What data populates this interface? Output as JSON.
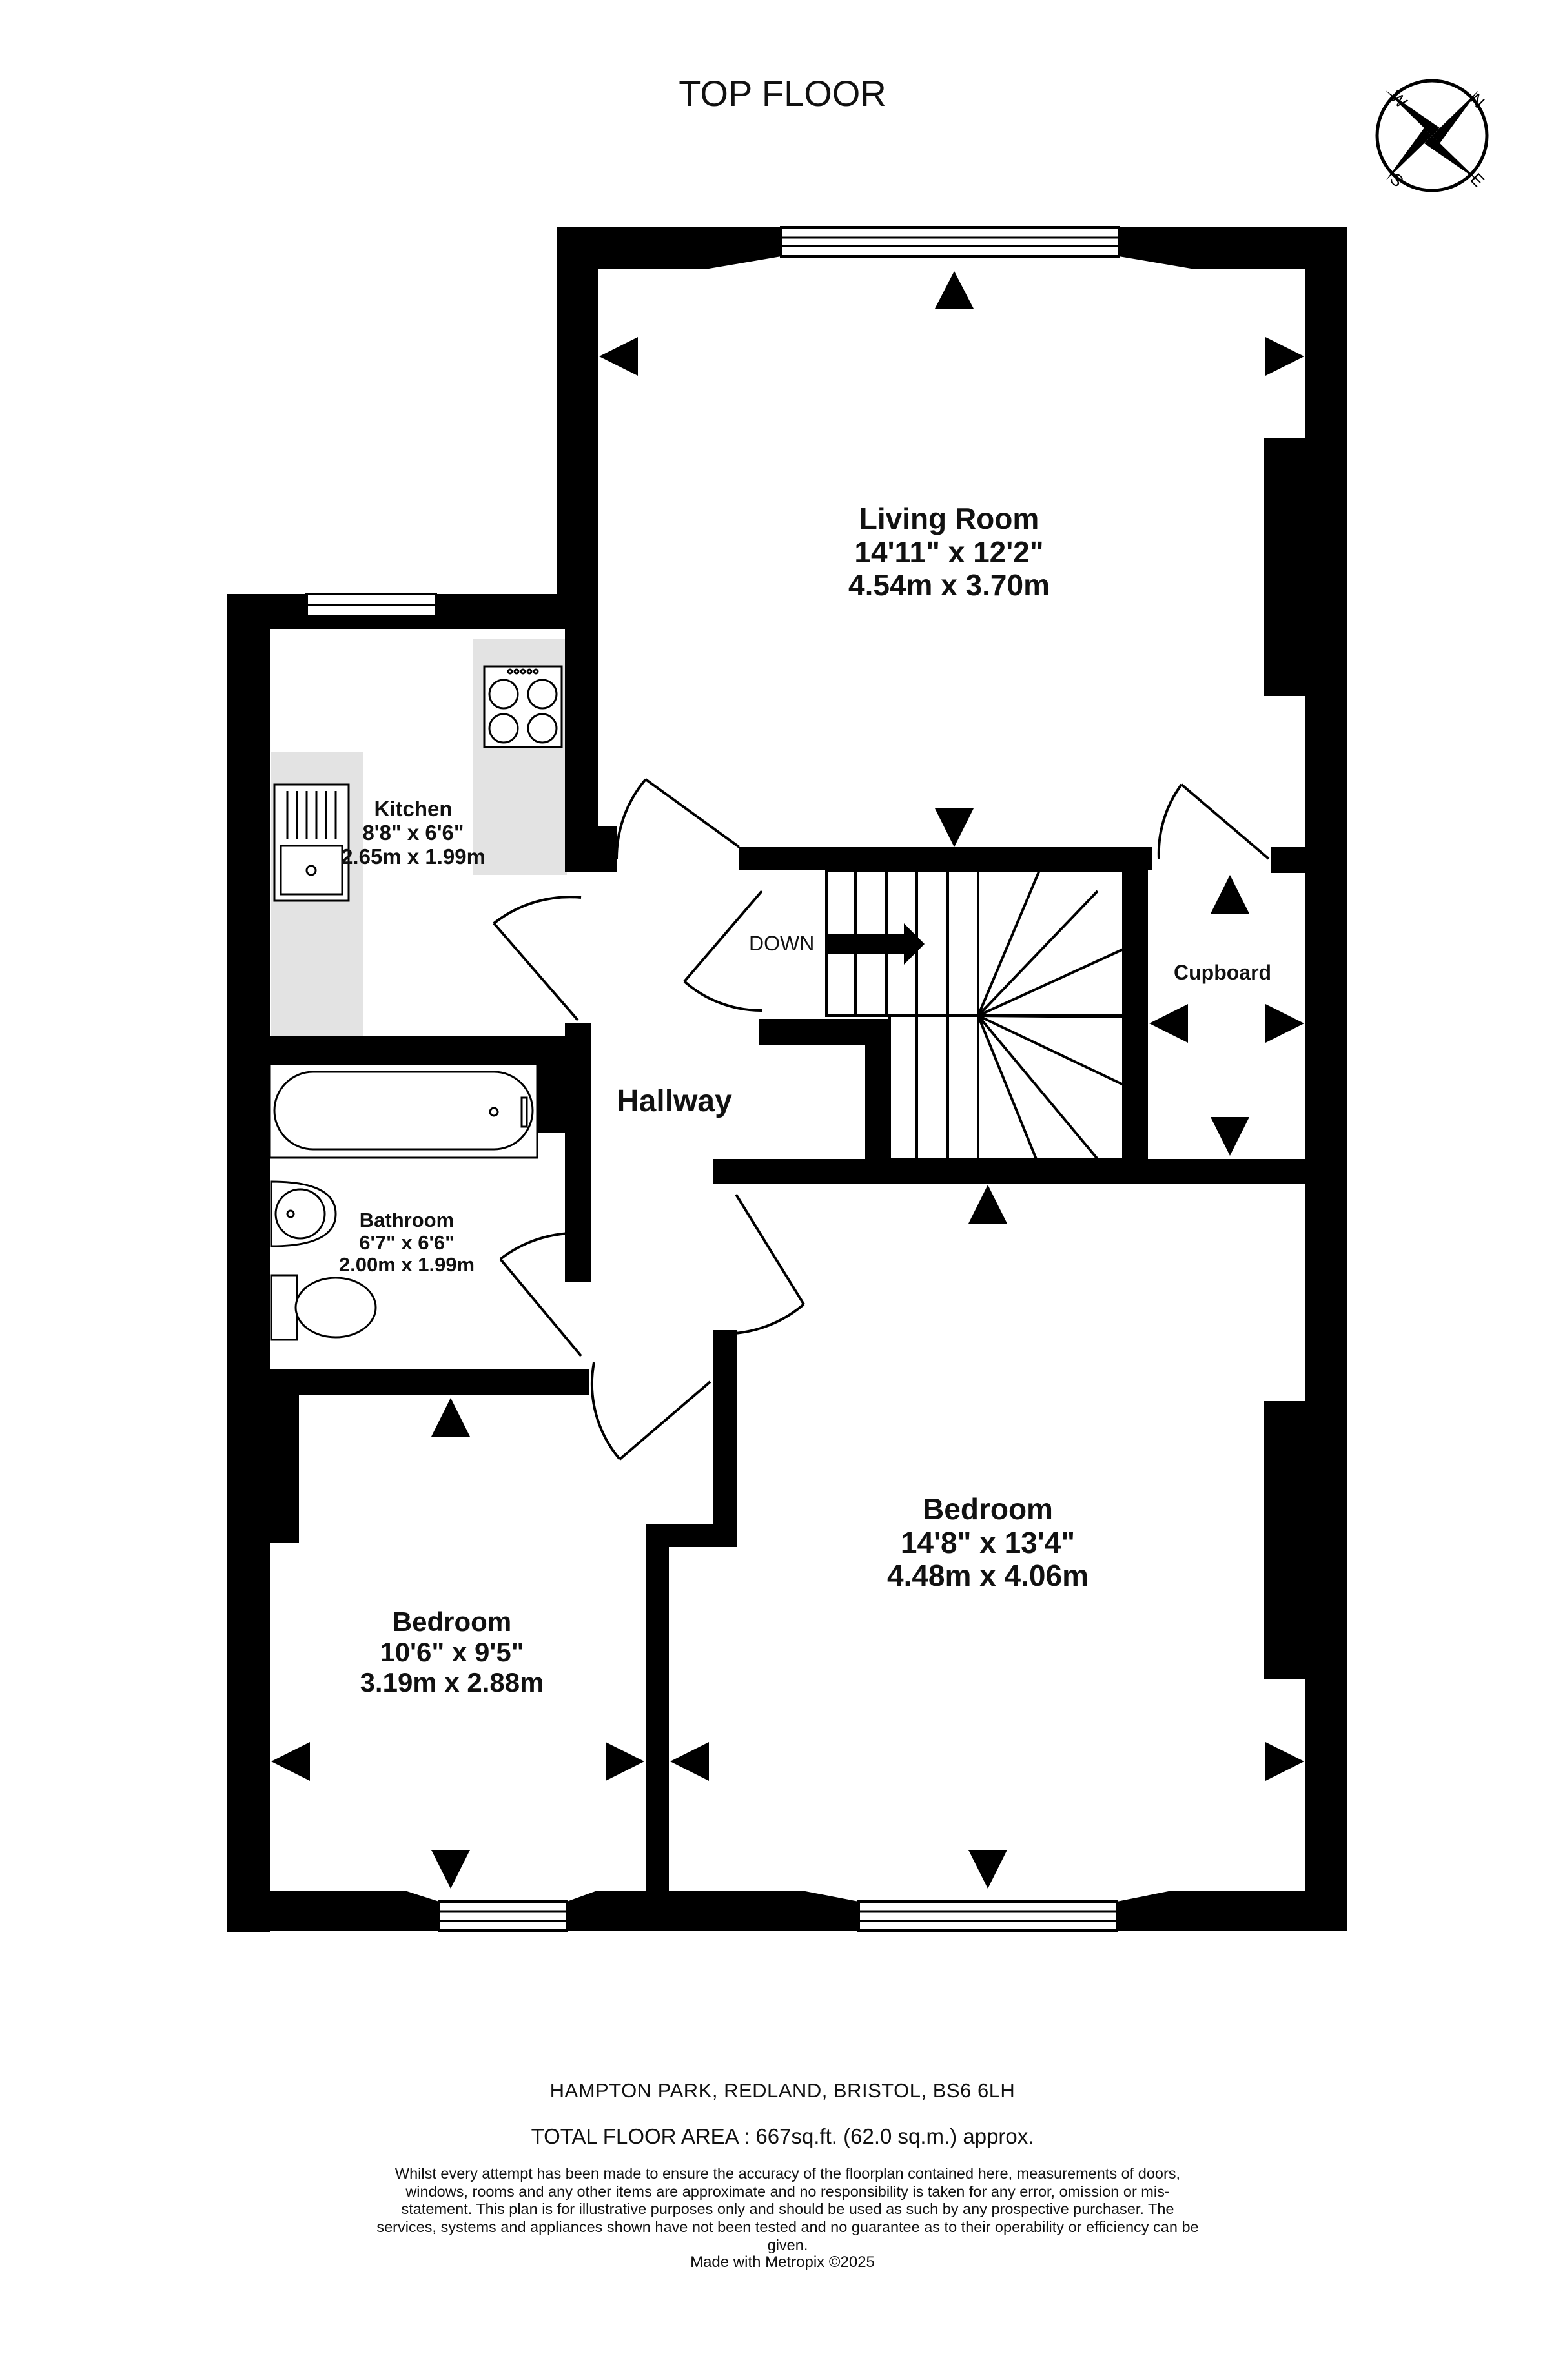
{
  "floor_label": "TOP FLOOR",
  "compass": {
    "n": "N",
    "e": "E",
    "s": "S",
    "w": "W"
  },
  "rooms": {
    "living": {
      "name": "Living Room",
      "dim_imperial": "14'11\"  x 12'2\"",
      "dim_metric": "4.54m  x 3.70m"
    },
    "kitchen": {
      "name": "Kitchen",
      "dim_imperial": "8'8\"  x 6'6\"",
      "dim_metric": "2.65m  x 1.99m"
    },
    "bathroom": {
      "name": "Bathroom",
      "dim_imperial": "6'7\"  x 6'6\"",
      "dim_metric": "2.00m  x 1.99m"
    },
    "bedroom_small": {
      "name": "Bedroom",
      "dim_imperial": "10'6\"  x 9'5\"",
      "dim_metric": "3.19m  x 2.88m"
    },
    "bedroom_large": {
      "name": "Bedroom",
      "dim_imperial": "14'8\"  x 13'4\"",
      "dim_metric": "4.48m  x 4.06m"
    },
    "hallway": {
      "name": "Hallway"
    },
    "cupboard": {
      "name": "Cupboard"
    }
  },
  "stairs": {
    "label": "DOWN"
  },
  "footer": {
    "address": "HAMPTON PARK, REDLAND, BRISTOL, BS6 6LH",
    "total_area": "TOTAL FLOOR AREA : 667sq.ft. (62.0 sq.m.) approx.",
    "disclaimer": "Whilst every attempt has been made to ensure the accuracy of the floorplan contained here, measurements of doors, windows, rooms and any other items are approximate and no responsibility is taken for any error, omission or mis-statement. This plan is for illustrative purposes only and should be used as such by any prospective purchaser. The services, systems and appliances shown have not been tested and no guarantee as to their operability or efficiency can be given.",
    "credit": "Made with Metropix ©2025"
  }
}
